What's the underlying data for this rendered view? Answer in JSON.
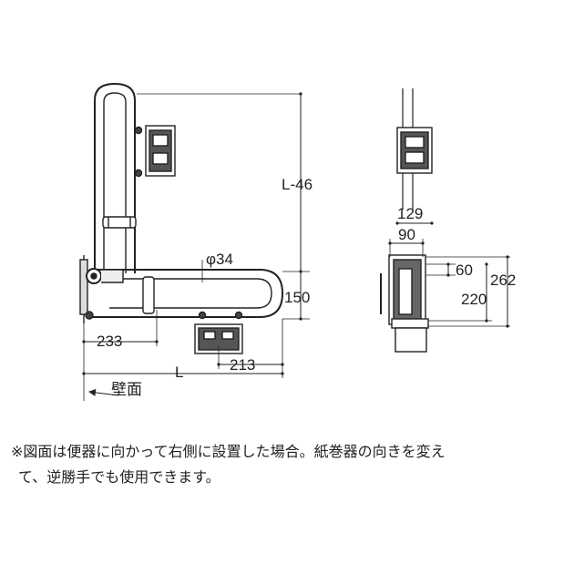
{
  "dimensions": {
    "l_minus_46": "L-46",
    "diameter": "φ34",
    "d150": "150",
    "d233": "233",
    "d213": "213",
    "length_l": "L",
    "d129": "129",
    "d90": "90",
    "d60": "60",
    "d262": "262",
    "d220": "220"
  },
  "labels": {
    "wall": "壁面"
  },
  "note": {
    "line1": "※図面は便器に向かって右側に設置した場合。紙巻器の向きを変え",
    "line2": "て、逆勝手でも使用できます。"
  }
}
